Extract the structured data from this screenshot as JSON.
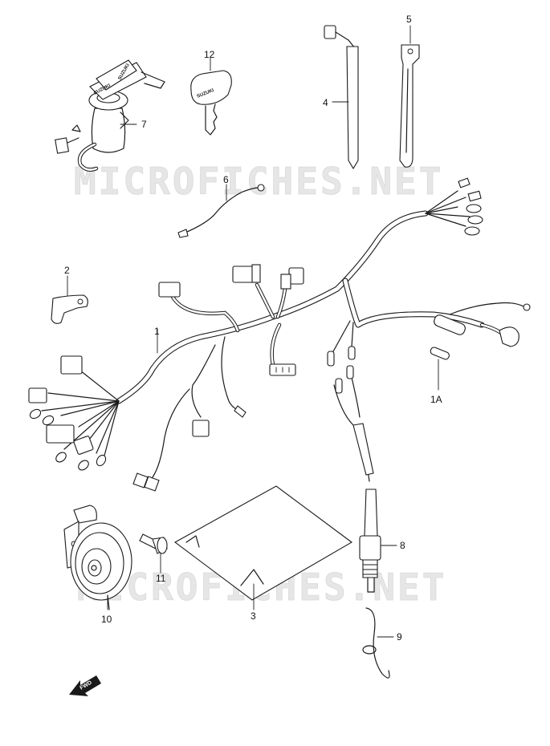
{
  "watermark": {
    "text": "MICROFICHES.NET"
  },
  "brand_text": "SUZUKI",
  "fwd_label": "FWD",
  "callouts": {
    "p1": "1",
    "p1a": "1A",
    "p2": "2",
    "p3": "3",
    "p4": "4",
    "p5": "5",
    "p6": "6",
    "p7": "7",
    "p8": "8",
    "p9": "9",
    "p10": "10",
    "p11": "11",
    "p12": "12"
  }
}
